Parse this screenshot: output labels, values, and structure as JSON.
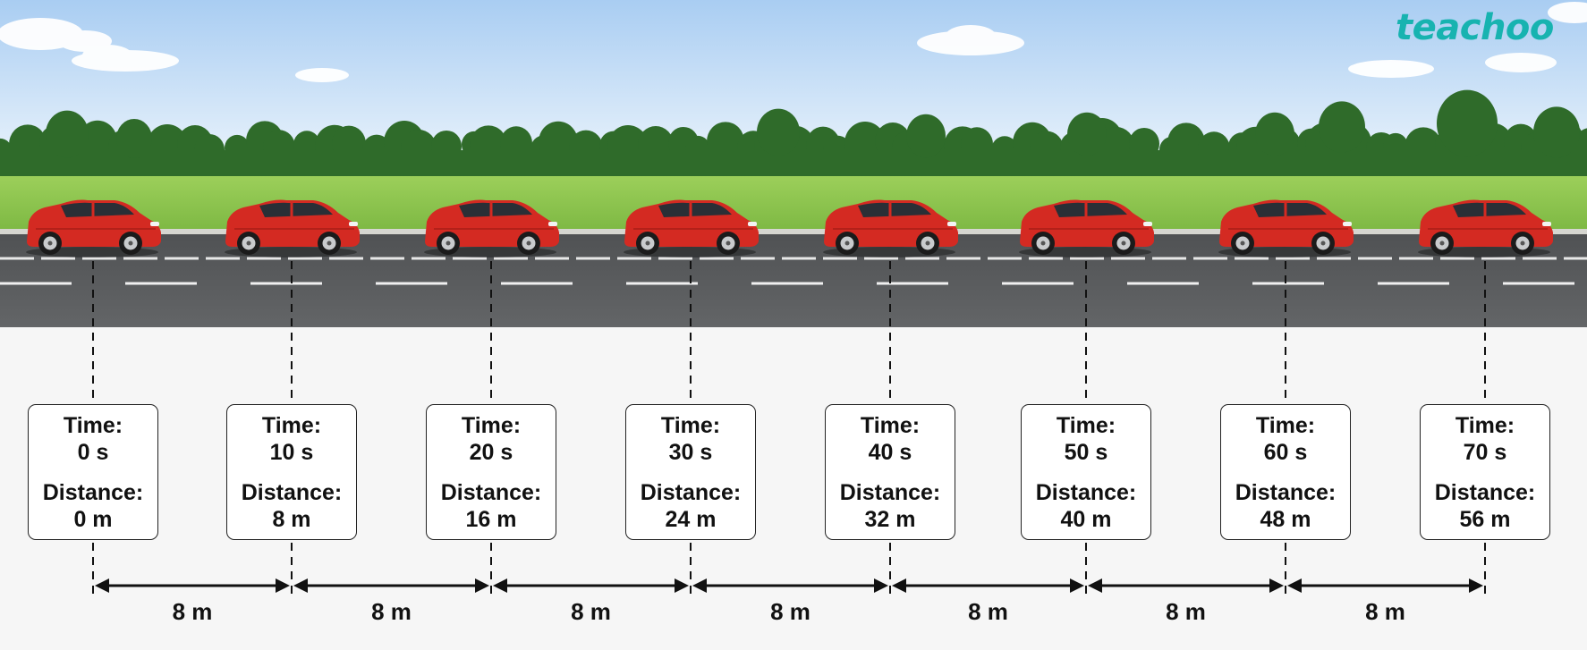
{
  "logo": "teachoo",
  "labels": {
    "time": "Time:",
    "distance": "Distance:"
  },
  "time_unit": "s",
  "distance_unit": "m",
  "cars": [
    {
      "time": "0 s",
      "distance": "0 m"
    },
    {
      "time": "10 s",
      "distance": "8 m"
    },
    {
      "time": "20 s",
      "distance": "16 m"
    },
    {
      "time": "30 s",
      "distance": "24 m"
    },
    {
      "time": "40 s",
      "distance": "32 m"
    },
    {
      "time": "50 s",
      "distance": "40 m"
    },
    {
      "time": "60 s",
      "distance": "48 m"
    },
    {
      "time": "70 s",
      "distance": "56 m"
    }
  ],
  "gaps": [
    "8 m",
    "8 m",
    "8 m",
    "8 m",
    "8 m",
    "8 m",
    "8 m"
  ],
  "colors": {
    "sky_top": "#a9cdf2",
    "sky_bottom": "#e6f1fb",
    "trees": "#2f6b2a",
    "grass": "#8cc44e",
    "road": "#5a5c5e",
    "car_body": "#d42a22",
    "logo": "#17b3b0"
  }
}
